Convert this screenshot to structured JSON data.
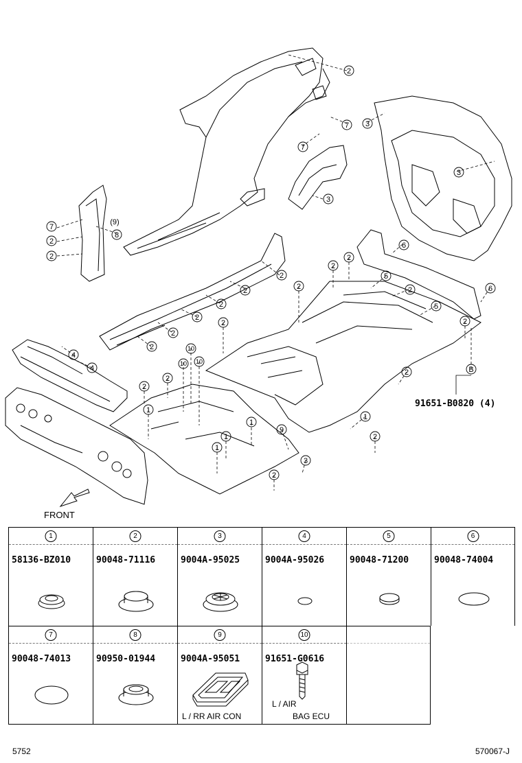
{
  "diagram": {
    "front_label": "FRONT",
    "part_number_label": "91651-B0820 (4)",
    "letter_b": "B",
    "callout_9_paren": "(9)",
    "callouts": [
      "1",
      "2",
      "3",
      "4",
      "5",
      "6",
      "7",
      "8",
      "9",
      "10"
    ]
  },
  "parts": [
    {
      "key": "1",
      "pn": "58136-BZ010"
    },
    {
      "key": "2",
      "pn": "90048-71116"
    },
    {
      "key": "3",
      "pn": "9004A-95025"
    },
    {
      "key": "4",
      "pn": "9004A-95026"
    },
    {
      "key": "5",
      "pn": "90048-71200"
    },
    {
      "key": "6",
      "pn": "90048-74004"
    },
    {
      "key": "7",
      "pn": "90048-74013"
    },
    {
      "key": "8",
      "pn": "90950-01944"
    },
    {
      "key": "9",
      "pn": "9004A-95051",
      "note": "L / RR AIR CON"
    },
    {
      "key": "10",
      "pn": "91651-G0616",
      "note_line1": "L / AIR",
      "note_line2": "BAG ECU"
    }
  ],
  "footer": {
    "left": "5752",
    "right": "570067-J"
  }
}
